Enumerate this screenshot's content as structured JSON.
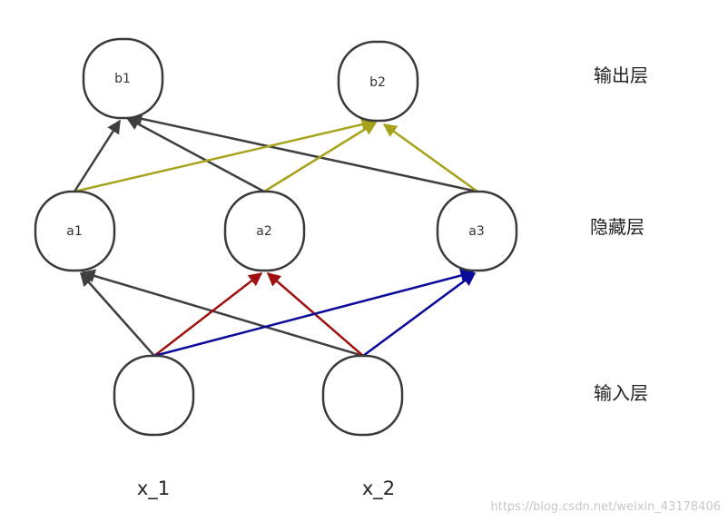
{
  "layers": {
    "output": "输出层",
    "hidden": "隐藏层",
    "input": "输入层"
  },
  "nodes": {
    "b1": "b1",
    "b2": "b2",
    "a1": "a1",
    "a2": "a2",
    "a3": "a3",
    "x1": "",
    "x2": ""
  },
  "input_labels": {
    "x1": "x_1",
    "x2": "x_2"
  },
  "watermark": "https://blog.csdn.net/weixin_43178406",
  "colors": {
    "dark": "#3f3f3f",
    "olive": "#a6a21b",
    "red": "#a01010",
    "blue": "#0a0a9a"
  }
}
